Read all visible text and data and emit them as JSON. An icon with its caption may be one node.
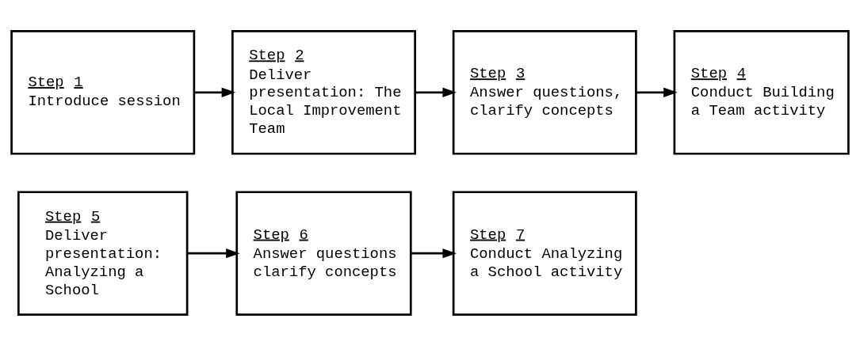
{
  "diagram": {
    "nodes": [
      {
        "text": [
          "Step 1",
          "Introduce session"
        ]
      },
      {
        "text": [
          "Step 2",
          "Deliver presentation: The Local Improvement Team"
        ]
      },
      {
        "text": [
          "Step 3",
          "Answer questions, clarify concepts"
        ]
      },
      {
        "text": [
          "Step 4",
          "Conduct Building a Team activity"
        ]
      },
      {
        "text": [
          "Step 5",
          "Deliver presentation: Analyzing a School"
        ]
      },
      {
        "text": [
          "Step 6",
          "Answer questions clarify concepts"
        ]
      },
      {
        "text": [
          "Step 7",
          "Conduct Analyzing a School activity"
        ]
      }
    ],
    "edges": [
      {
        "from": 0,
        "to": 1,
        "arrow": "to"
      },
      {
        "from": 1,
        "to": 2,
        "arrow": "to"
      },
      {
        "from": 2,
        "to": 3,
        "arrow": "to"
      },
      {
        "from": 4,
        "to": 5,
        "arrow": "to"
      },
      {
        "from": 5,
        "to": 6,
        "arrow": "to"
      }
    ]
  }
}
